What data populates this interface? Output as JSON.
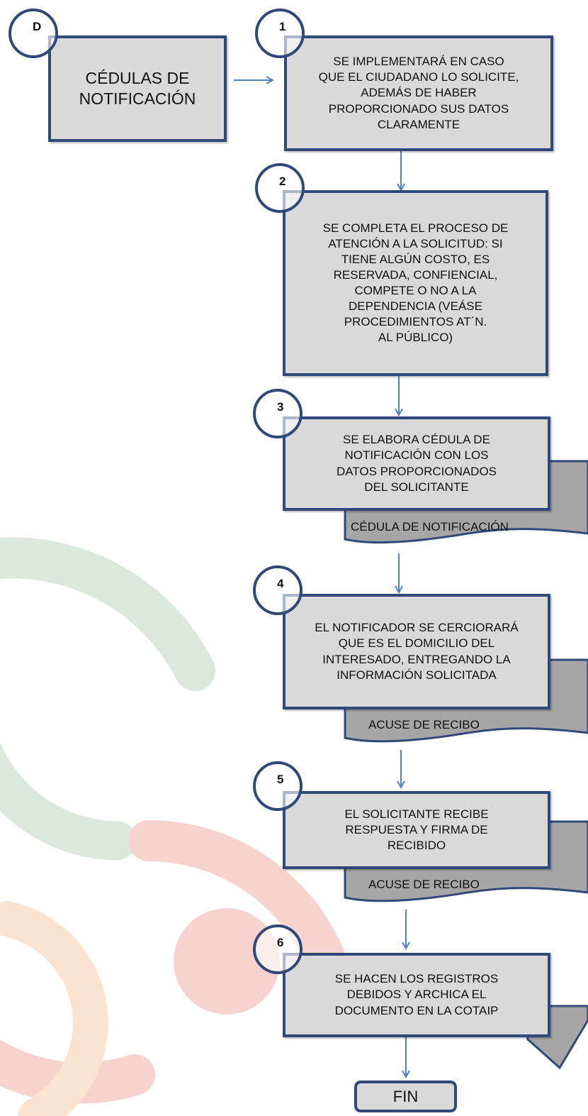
{
  "start": {
    "marker": "D",
    "label": "CÉDULAS DE\nNOTIFICACIÓN"
  },
  "steps": [
    {
      "number": "1",
      "text": "SE IMPLEMENTARÁ EN CASO\nQUE EL CIUDADANO LO SOLICITE,\nADEMÁS DE HABER\nPROPORCIONADO SUS DATOS\nCLARAMENTE"
    },
    {
      "number": "2",
      "text": "SE COMPLETA EL PROCESO DE\nATENCIÓN A LA SOLICITUD: SI\nTIENE ALGÚN COSTO, ES\nRESERVADA, CONFIENCIAL,\nCOMPETE O NO A LA\nDEPENDENCIA (VEÁSE\nPROCEDIMIENTOS AT´N.\nAL PÚBLICO)"
    },
    {
      "number": "3",
      "text": "SE ELABORA CÉDULA DE\nNOTIFICACIÓN CON LOS\nDATOS PROPORCIONADOS\nDEL SOLICITANTE",
      "document": "CÉDULA DE NOTIFICACIÓN"
    },
    {
      "number": "4",
      "text": "EL NOTIFICADOR SE CERCIORARÁ\nQUE ES EL DOMICILIO DEL\nINTERESADO, ENTREGANDO LA\nINFORMACIÓN SOLICITADA",
      "document": "ACUSE DE RECIBO"
    },
    {
      "number": "5",
      "text": "EL SOLICITANTE RECIBE\nRESPUESTA Y FIRMA DE\nRECIBIDO",
      "document": "ACUSE DE RECIBO"
    },
    {
      "number": "6",
      "text": "SE HACEN LOS REGISTROS\nDEBIDOS Y ARCHICA EL\nDOCUMENTO EN LA COTAIP"
    }
  ],
  "end": {
    "label": "FIN"
  },
  "colors": {
    "border": "#2f4a78",
    "box_fill": "#d9d9d9",
    "doc_fill": "#a6a6a6",
    "arrow": "#4f81bd",
    "watermark_green": "#dbe8dd",
    "watermark_red": "#f6d3cf",
    "watermark_orange": "#fbe3d2"
  }
}
